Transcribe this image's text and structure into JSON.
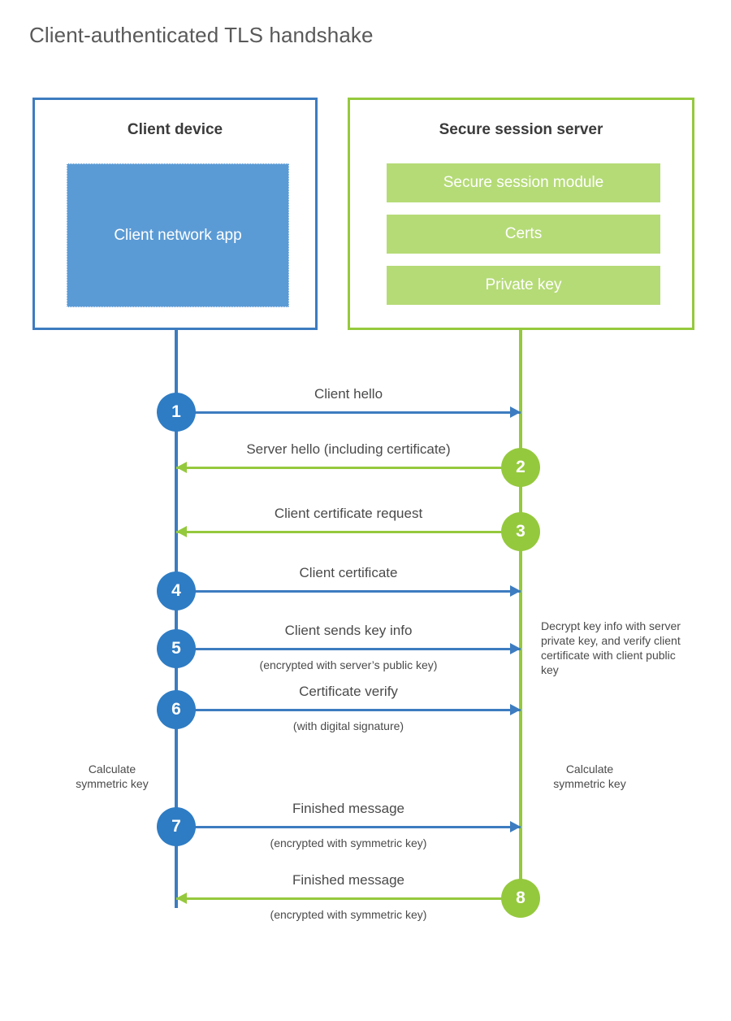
{
  "title": "Client-authenticated TLS handshake",
  "colors": {
    "client_accent": "#3d7cc0",
    "client_fill": "#5b9bd5",
    "client_circle": "#2e7cc4",
    "server_accent": "#95c93d",
    "server_fill": "#b5db77",
    "text": "#4a4a4a",
    "title_text": "#595959",
    "background": "#ffffff"
  },
  "client": {
    "title": "Client device",
    "app_label": "Client network app"
  },
  "server": {
    "title": "Secure session server",
    "components": [
      "Secure session module",
      "Certs",
      "Private key"
    ]
  },
  "messages": [
    {
      "step": "1",
      "label": "Client hello",
      "sublabel": "",
      "direction": "client-to-server",
      "circle_side": "client",
      "circle_color": "blue"
    },
    {
      "step": "2",
      "label": "Server hello (including certificate)",
      "sublabel": "",
      "direction": "server-to-client",
      "circle_side": "server",
      "circle_color": "green"
    },
    {
      "step": "3",
      "label": "Client certificate request",
      "sublabel": "",
      "direction": "server-to-client",
      "circle_side": "server",
      "circle_color": "green"
    },
    {
      "step": "4",
      "label": "Client certificate",
      "sublabel": "",
      "direction": "client-to-server",
      "circle_side": "client",
      "circle_color": "blue"
    },
    {
      "step": "5",
      "label": "Client sends key info",
      "sublabel": "(encrypted with server’s public key)",
      "direction": "client-to-server",
      "circle_side": "client",
      "circle_color": "blue"
    },
    {
      "step": "6",
      "label": "Certificate verify",
      "sublabel": "(with digital signature)",
      "direction": "client-to-server",
      "circle_side": "client",
      "circle_color": "blue"
    },
    {
      "step": "7",
      "label": "Finished message",
      "sublabel": "(encrypted with symmetric key)",
      "direction": "client-to-server",
      "circle_side": "client",
      "circle_color": "blue"
    },
    {
      "step": "8",
      "label": "Finished message",
      "sublabel": "(encrypted with symmetric key)",
      "direction": "server-to-client",
      "circle_side": "server",
      "circle_color": "green"
    }
  ],
  "notes": {
    "decrypt": "Decrypt key info with server private key, and verify client certificate with client public key",
    "calculate_client": "Calculate symmetric key",
    "calculate_server": "Calculate symmetric key"
  }
}
